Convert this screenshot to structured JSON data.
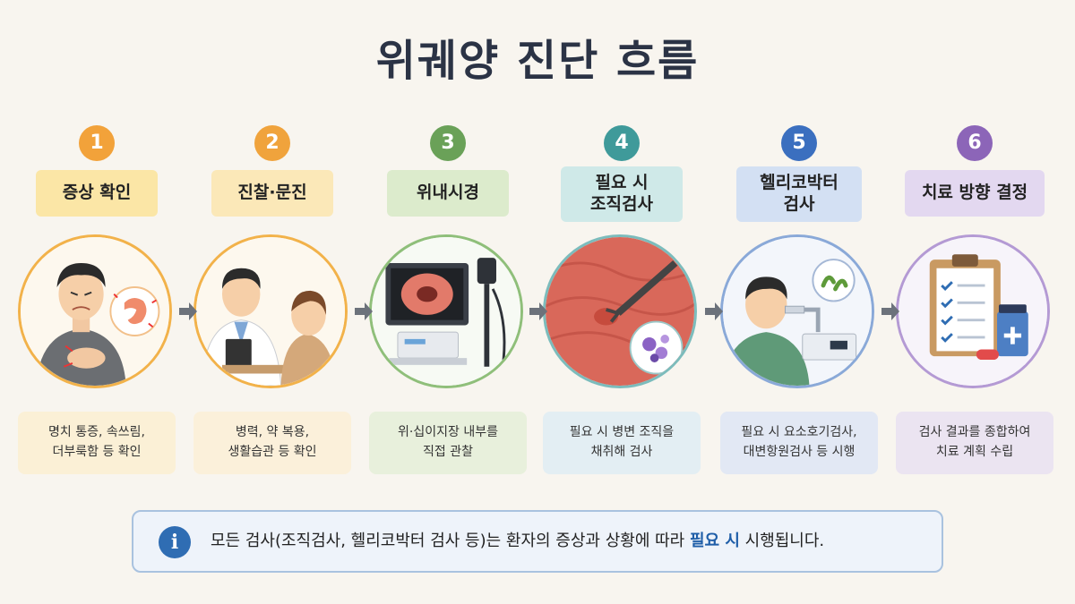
{
  "title": "위궤양 진단 흐름",
  "steps": [
    {
      "number": "1",
      "label_lines": [
        "증상 확인"
      ],
      "desc_lines": [
        "명치 통증, 속쓰림,",
        "더부룩함 등 확인"
      ],
      "icon": "patient-stomach-pain-icon",
      "color": "#f2a23a",
      "label_bg": "#fbe6a6",
      "desc_bg": "#fbf0d6"
    },
    {
      "number": "2",
      "label_lines": [
        "진찰·문진"
      ],
      "desc_lines": [
        "병력, 약 복용,",
        "생활습관 등 확인"
      ],
      "icon": "doctor-consultation-icon",
      "color": "#f0a33c",
      "label_bg": "#fbe8b8",
      "desc_bg": "#fbf0da"
    },
    {
      "number": "3",
      "label_lines": [
        "위내시경"
      ],
      "desc_lines": [
        "위·십이지장 내부를",
        "직접 관찰"
      ],
      "icon": "endoscope-icon",
      "color": "#6aa158",
      "label_bg": "#dcebcc",
      "desc_bg": "#e8f0dc"
    },
    {
      "number": "4",
      "label_lines": [
        "필요 시",
        "조직검사"
      ],
      "desc_lines": [
        "필요 시 병변 조직을",
        "채취해 검사"
      ],
      "icon": "biopsy-forceps-icon",
      "color": "#3f9a9a",
      "label_bg": "#cfe9e8",
      "desc_bg": "#e3eef3"
    },
    {
      "number": "5",
      "label_lines": [
        "헬리코박터",
        "검사"
      ],
      "desc_lines": [
        "필요 시 요소호기검사,",
        "대변항원검사 등 시행"
      ],
      "icon": "breath-test-bacteria-icon",
      "color": "#3b6fbf",
      "label_bg": "#d3e0f3",
      "desc_bg": "#e2e8f4"
    },
    {
      "number": "6",
      "label_lines": [
        "치료 방향 결정"
      ],
      "desc_lines": [
        "검사 결과를 종합하여",
        "치료 계획 수립"
      ],
      "icon": "clipboard-medicine-icon",
      "color": "#8c65b8",
      "label_bg": "#e3d8f0",
      "desc_bg": "#ebe4f1"
    }
  ],
  "note": {
    "icon": "info-icon",
    "text_before": "모든 검사(조직검사, 헬리코박터 검사 등)는 환자의 증상과 상황에 따라 ",
    "text_emphasis": "필요 시",
    "text_after": " 시행됩니다."
  }
}
